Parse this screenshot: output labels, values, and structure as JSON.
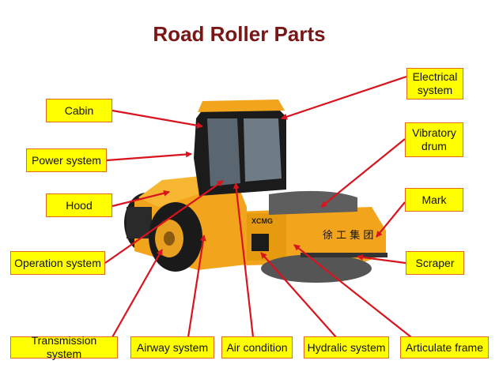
{
  "title": "Road Roller Parts",
  "brand": "XCMG",
  "plate_text": "徐 工 集 团",
  "colors": {
    "title": "#7a1616",
    "label_bg": "#ffff00",
    "label_border": "#e06a1a",
    "arrow": "#d9141e",
    "machine": "#f2a51c"
  },
  "labels": {
    "cabin": "Cabin",
    "power_system": "Power system",
    "hood": "Hood",
    "operation_system": "Operation system",
    "transmission_system": "Transmission system",
    "airway_system": "Airway system",
    "air_condition": "Air condition",
    "hydralic_system": "Hydralic system",
    "articulate_frame": "Articulate frame",
    "scraper": "Scraper",
    "mark": "Mark",
    "vibratory_drum": "Vibratory drum",
    "electrical_system": "Electrical system"
  }
}
